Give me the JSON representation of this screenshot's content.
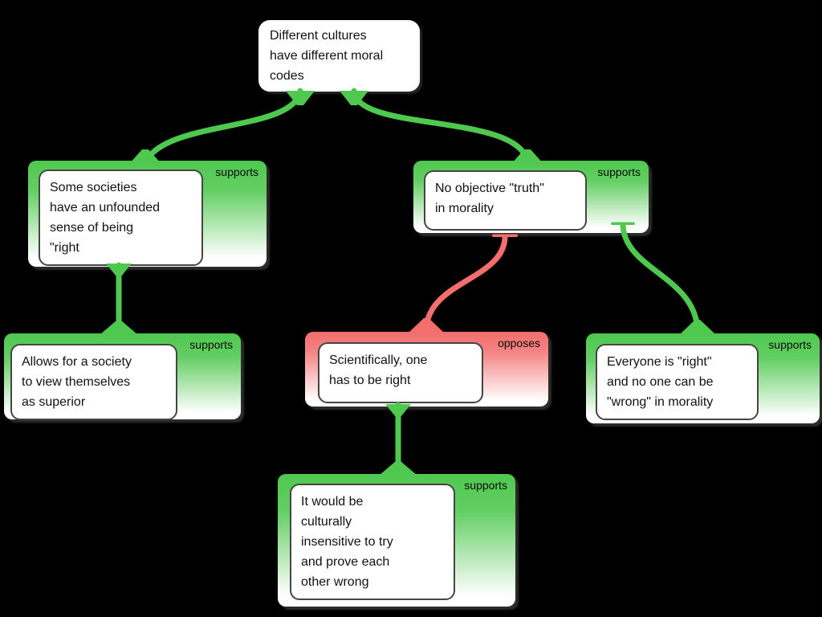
{
  "colors": {
    "support": "#4fc84f",
    "oppose": "#f56e6e",
    "background": "#000000",
    "claim_bg": "#ffffff",
    "text": "#111111"
  },
  "nodes": {
    "root": {
      "lines": [
        "Different cultures",
        "have different moral",
        "codes"
      ]
    },
    "some_societies": {
      "label": "supports",
      "lines": [
        "Some societies",
        "have an unfounded",
        "sense of being",
        "\"right"
      ]
    },
    "no_objective": {
      "label": "supports",
      "lines": [
        "No objective \"truth\"",
        "in morality"
      ]
    },
    "allows_society": {
      "label": "supports",
      "lines": [
        "Allows for a society",
        "to view themselves",
        "as superior"
      ]
    },
    "scientifically": {
      "label": "opposes",
      "lines": [
        "Scientifically, one",
        "has to be right"
      ]
    },
    "everyone_right": {
      "label": "supports",
      "lines": [
        "Everyone is \"right\"",
        "and no one can be",
        "\"wrong\" in morality"
      ]
    },
    "culturally_insensitive": {
      "label": "supports",
      "lines": [
        "It would be",
        "culturally",
        "insensitive to try",
        "and prove each",
        "other wrong"
      ]
    }
  },
  "edges": [
    {
      "from": "some_societies",
      "to": "root",
      "type": "supports"
    },
    {
      "from": "no_objective",
      "to": "root",
      "type": "supports"
    },
    {
      "from": "allows_society",
      "to": "some_societies",
      "type": "supports"
    },
    {
      "from": "scientifically",
      "to": "no_objective",
      "type": "opposes"
    },
    {
      "from": "everyone_right",
      "to": "no_objective",
      "type": "supports"
    },
    {
      "from": "culturally_insensitive",
      "to": "scientifically",
      "type": "supports"
    }
  ]
}
